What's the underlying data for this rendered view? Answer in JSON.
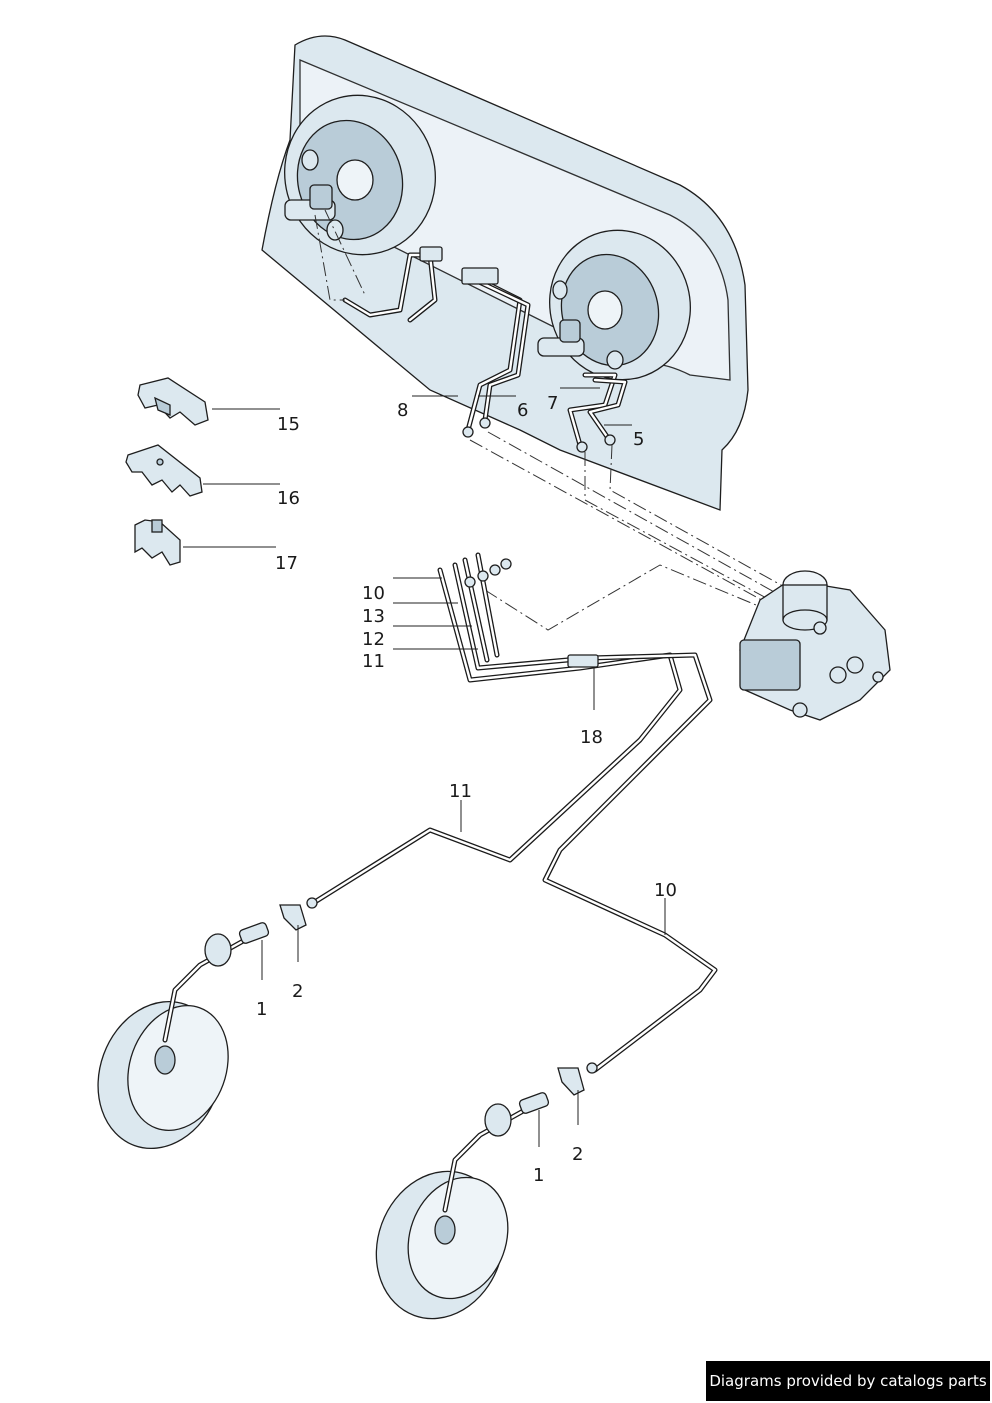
{
  "callouts": {
    "c15": "15",
    "c16": "16",
    "c17": "17",
    "c8": "8",
    "c6": "6",
    "c7": "7",
    "c5": "5",
    "c10a": "10",
    "c13": "13",
    "c12": "12",
    "c11a": "11",
    "c18": "18",
    "c11b": "11",
    "c10b": "10",
    "c1a": "1",
    "c2a": "2",
    "c1b": "1",
    "c2b": "2"
  },
  "watermark": "Diagrams provided by catalogs parts",
  "colors": {
    "part_fill": "#dce8ef",
    "part_shadow": "#b9ccd8",
    "line": "#1e1e1e"
  }
}
